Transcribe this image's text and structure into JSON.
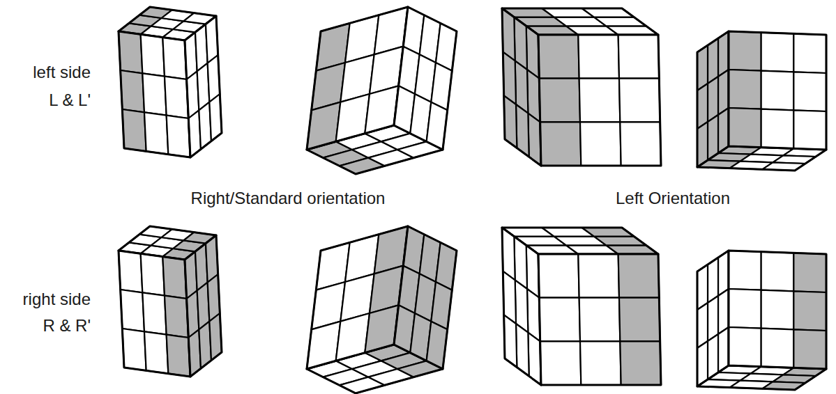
{
  "diagram": {
    "labels": [
      "left side",
      "L & L'",
      "Right/Standard orientation",
      "Left Orientation",
      "right side",
      "R & R'"
    ]
  }
}
